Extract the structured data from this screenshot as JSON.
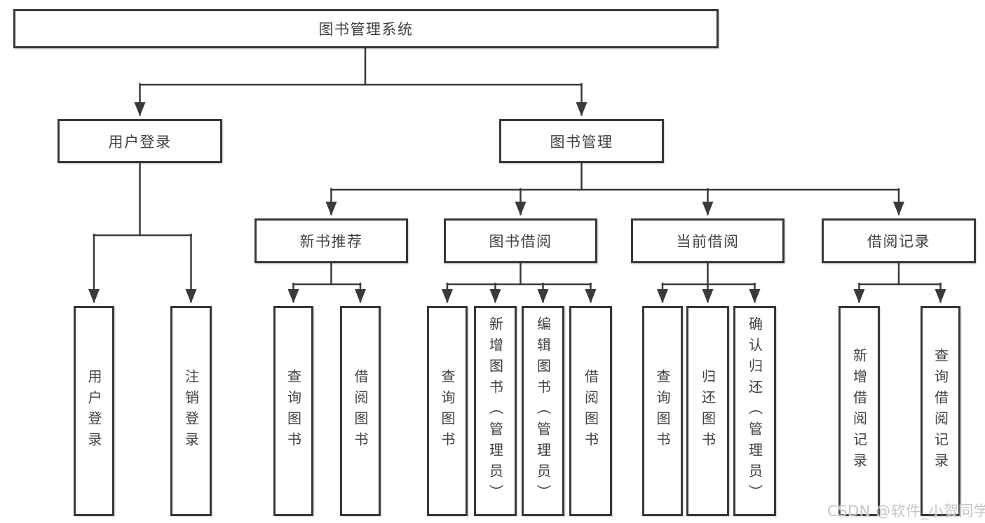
{
  "diagram": {
    "root": {
      "label": "图书管理系统"
    },
    "branches": [
      {
        "label": "用户登录",
        "children": [
          {
            "label": "用户登录"
          },
          {
            "label": "注销登录"
          }
        ]
      },
      {
        "label": "图书管理",
        "children": [
          {
            "label": "新书推荐",
            "children": [
              {
                "label": "查询图书"
              },
              {
                "label": "借阅图书"
              }
            ]
          },
          {
            "label": "图书借阅",
            "children": [
              {
                "label": "查询图书"
              },
              {
                "label": "新增图书（管理员）"
              },
              {
                "label": "编辑图书（管理员）"
              },
              {
                "label": "借阅图书"
              }
            ]
          },
          {
            "label": "当前借阅",
            "children": [
              {
                "label": "查询图书"
              },
              {
                "label": "归还图书"
              },
              {
                "label": "确认归还（管理员）"
              }
            ]
          },
          {
            "label": "借阅记录",
            "children": [
              {
                "label": "新增借阅记录"
              },
              {
                "label": "查询借阅记录"
              }
            ]
          }
        ]
      }
    ]
  },
  "watermark": {
    "text": "CSDN @软件_小贺同学"
  },
  "colors": {
    "line": "#3a3a3a",
    "border": "#383838",
    "text": "#404040",
    "watermark": "#c6c6c6",
    "background": "#ffffff"
  }
}
